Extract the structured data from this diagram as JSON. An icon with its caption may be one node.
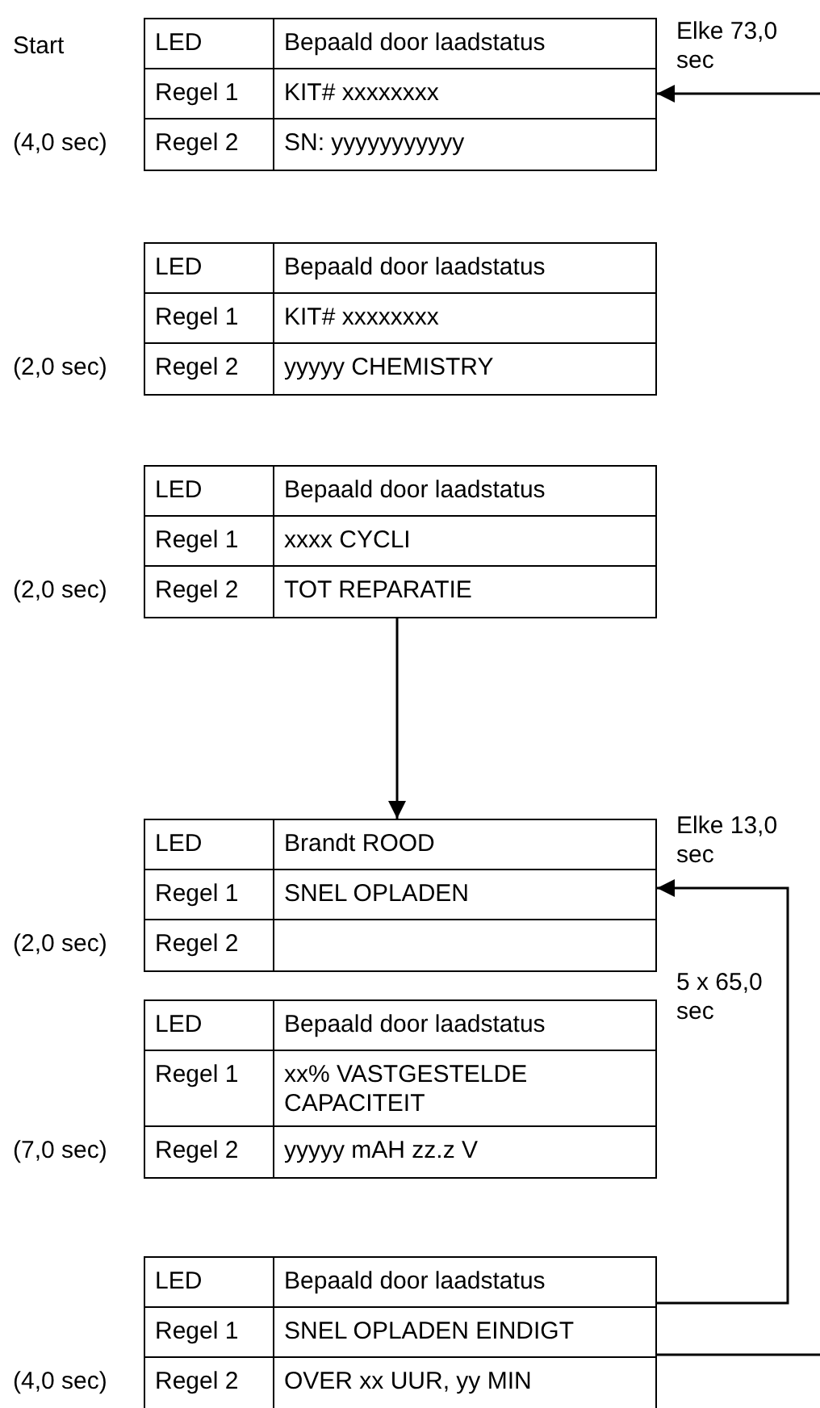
{
  "diagram": {
    "nodes": [
      {
        "text": [
          "LED",
          "Bepaald door laadstatus",
          "Regel 1",
          "KIT# xxxxxxxx",
          "Regel 2",
          "SN: yyyyyyyyyyy"
        ],
        "beside": [
          "Start",
          "(4,0 sec)"
        ]
      },
      {
        "text": [
          "LED",
          "Bepaald door laadstatus",
          "Regel 1",
          "KIT# xxxxxxxx",
          "Regel 2",
          "yyyyy CHEMISTRY"
        ],
        "beside": [
          "(2,0 sec)"
        ]
      },
      {
        "text": [
          "LED",
          "Bepaald door laadstatus",
          "Regel 1",
          "xxxx CYCLI",
          "Regel 2",
          "TOT REPARATIE"
        ],
        "beside": [
          "(2,0 sec)"
        ]
      },
      {
        "text": [
          "LED",
          "Brandt ROOD",
          "Regel 1",
          "SNEL OPLADEN",
          "Regel 2"
        ],
        "beside": [
          "(2,0 sec)"
        ]
      },
      {
        "text": [
          "LED",
          "Bepaald door laadstatus",
          "Regel 1",
          "xx% VASTGESTELDE CAPACITEIT",
          "Regel 2",
          "yyyyy mAH zz.z V"
        ],
        "beside": [
          "(7,0 sec)"
        ]
      },
      {
        "text": [
          "LED",
          "Bepaald door laadstatus",
          "Regel 1",
          "SNEL OPLADEN EINDIGT",
          "Regel 2",
          "OVER xx UUR, yy MIN"
        ],
        "beside": [
          "(4,0 sec)"
        ]
      }
    ],
    "edges": [
      {
        "from": null,
        "to": 0,
        "arrow": "to",
        "label": "Elke 73,0 sec"
      },
      {
        "from": 2,
        "to": 3,
        "arrow": "to"
      },
      {
        "from": 5,
        "to": 3,
        "arrow": "to",
        "label": "Elke 13,0 sec"
      },
      {
        "from": 5,
        "to": null,
        "arrow": "none"
      }
    ],
    "labels": [
      "5 x 65,0 sec"
    ]
  }
}
